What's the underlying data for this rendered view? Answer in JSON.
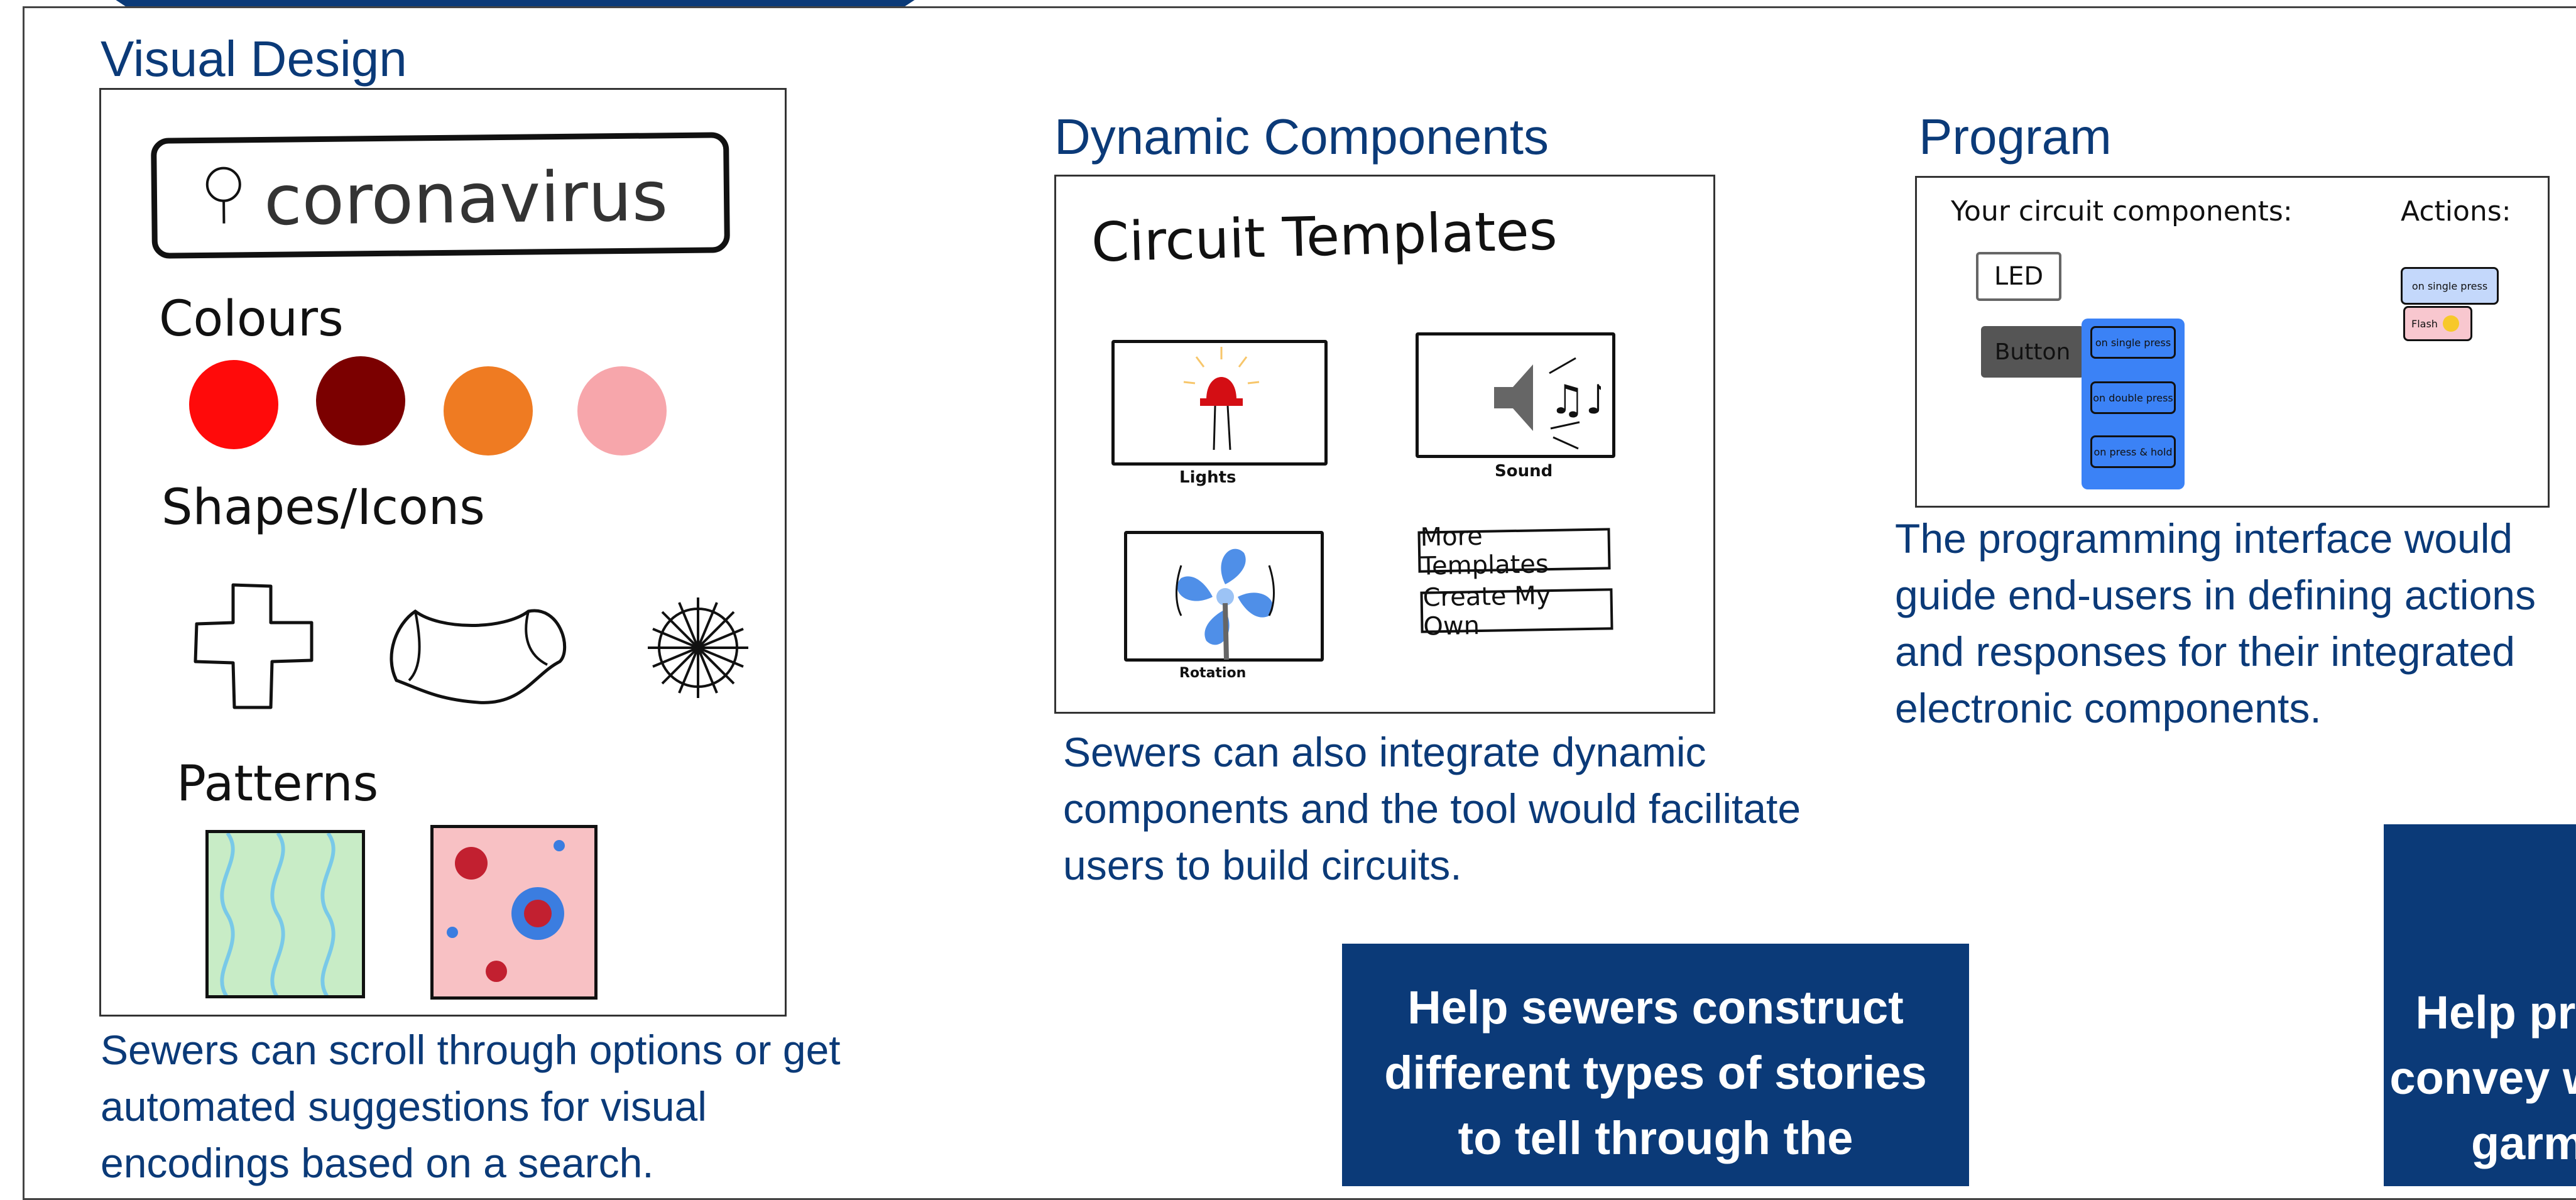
{
  "visual_design": {
    "title": "Visual Design",
    "search_value": "coronavirus",
    "colours_label": "Colours",
    "colours": [
      "#ff0a0a",
      "#7b0000",
      "#ef7b22",
      "#f7a6ab"
    ],
    "shapes_label": "Shapes/Icons",
    "patterns_label": "Patterns",
    "caption": "Sewers can scroll through options or get automated suggestions for visual encodings based on a search."
  },
  "dynamic_components": {
    "title": "Dynamic Components",
    "panel_title": "Circuit Templates",
    "templates": [
      "Lights",
      "Sound",
      "Rotation"
    ],
    "more_button": "More Templates",
    "create_button": "Create My Own",
    "caption": "Sewers can also integrate dynamic components and the tool would facilitate users to build circuits."
  },
  "program": {
    "title": "Program",
    "components_label": "Your circuit components:",
    "actions_label": "Actions:",
    "led_label": "LED",
    "button_label": "Button",
    "button_events": [
      "on single press",
      "on double press",
      "on press & hold"
    ],
    "action_event": "on single press",
    "action_response": "Flash",
    "caption": "The programming interface would guide end-users in defining actions and responses for their integrated electronic components."
  },
  "callouts": {
    "center": "Help sewers construct different types of stories to tell through the",
    "right": "Help previe convey will lo garme"
  },
  "colors": {
    "brand": "#0b3a78",
    "button_blue": "#3b82f6",
    "dark_grey": "#555555"
  }
}
